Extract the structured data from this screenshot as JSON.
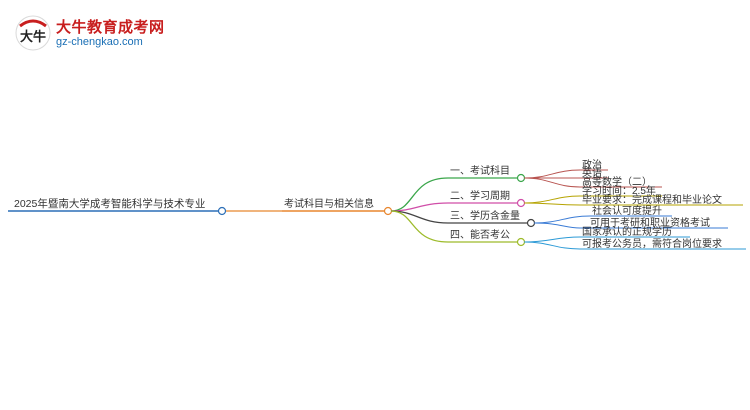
{
  "brand": {
    "name": "大牛教育成考网",
    "url": "gz-chengkao.com",
    "logo_glyph": "大牛"
  },
  "mindmap": {
    "root": "2025年暨南大学成考智能科学与技术专业",
    "center": "考试科目与相关信息",
    "branches": [
      {
        "label": "一、考试科目",
        "color": "#3aa64a",
        "leaves": [
          "政治",
          "英语",
          "高等数学（二）"
        ]
      },
      {
        "label": "二、学习周期",
        "color": "#d04ea8",
        "leaves": [
          "学习时间：2.5年",
          "毕业要求：完成课程和毕业论文"
        ]
      },
      {
        "label": "三、学历含金量",
        "color": "#444444",
        "leaves": [
          "社会认可度提升",
          "可用于考研和职业资格考试"
        ]
      },
      {
        "label": "四、能否考公",
        "color": "#9dbb2a",
        "leaves": [
          "国家承认的正规学历",
          "可报考公务员，需符合岗位要求"
        ]
      }
    ],
    "colors": {
      "root_line": "#2c6fb7",
      "center_line": "#e8862e",
      "leaf_line_blue": "#2c9ad6"
    }
  }
}
